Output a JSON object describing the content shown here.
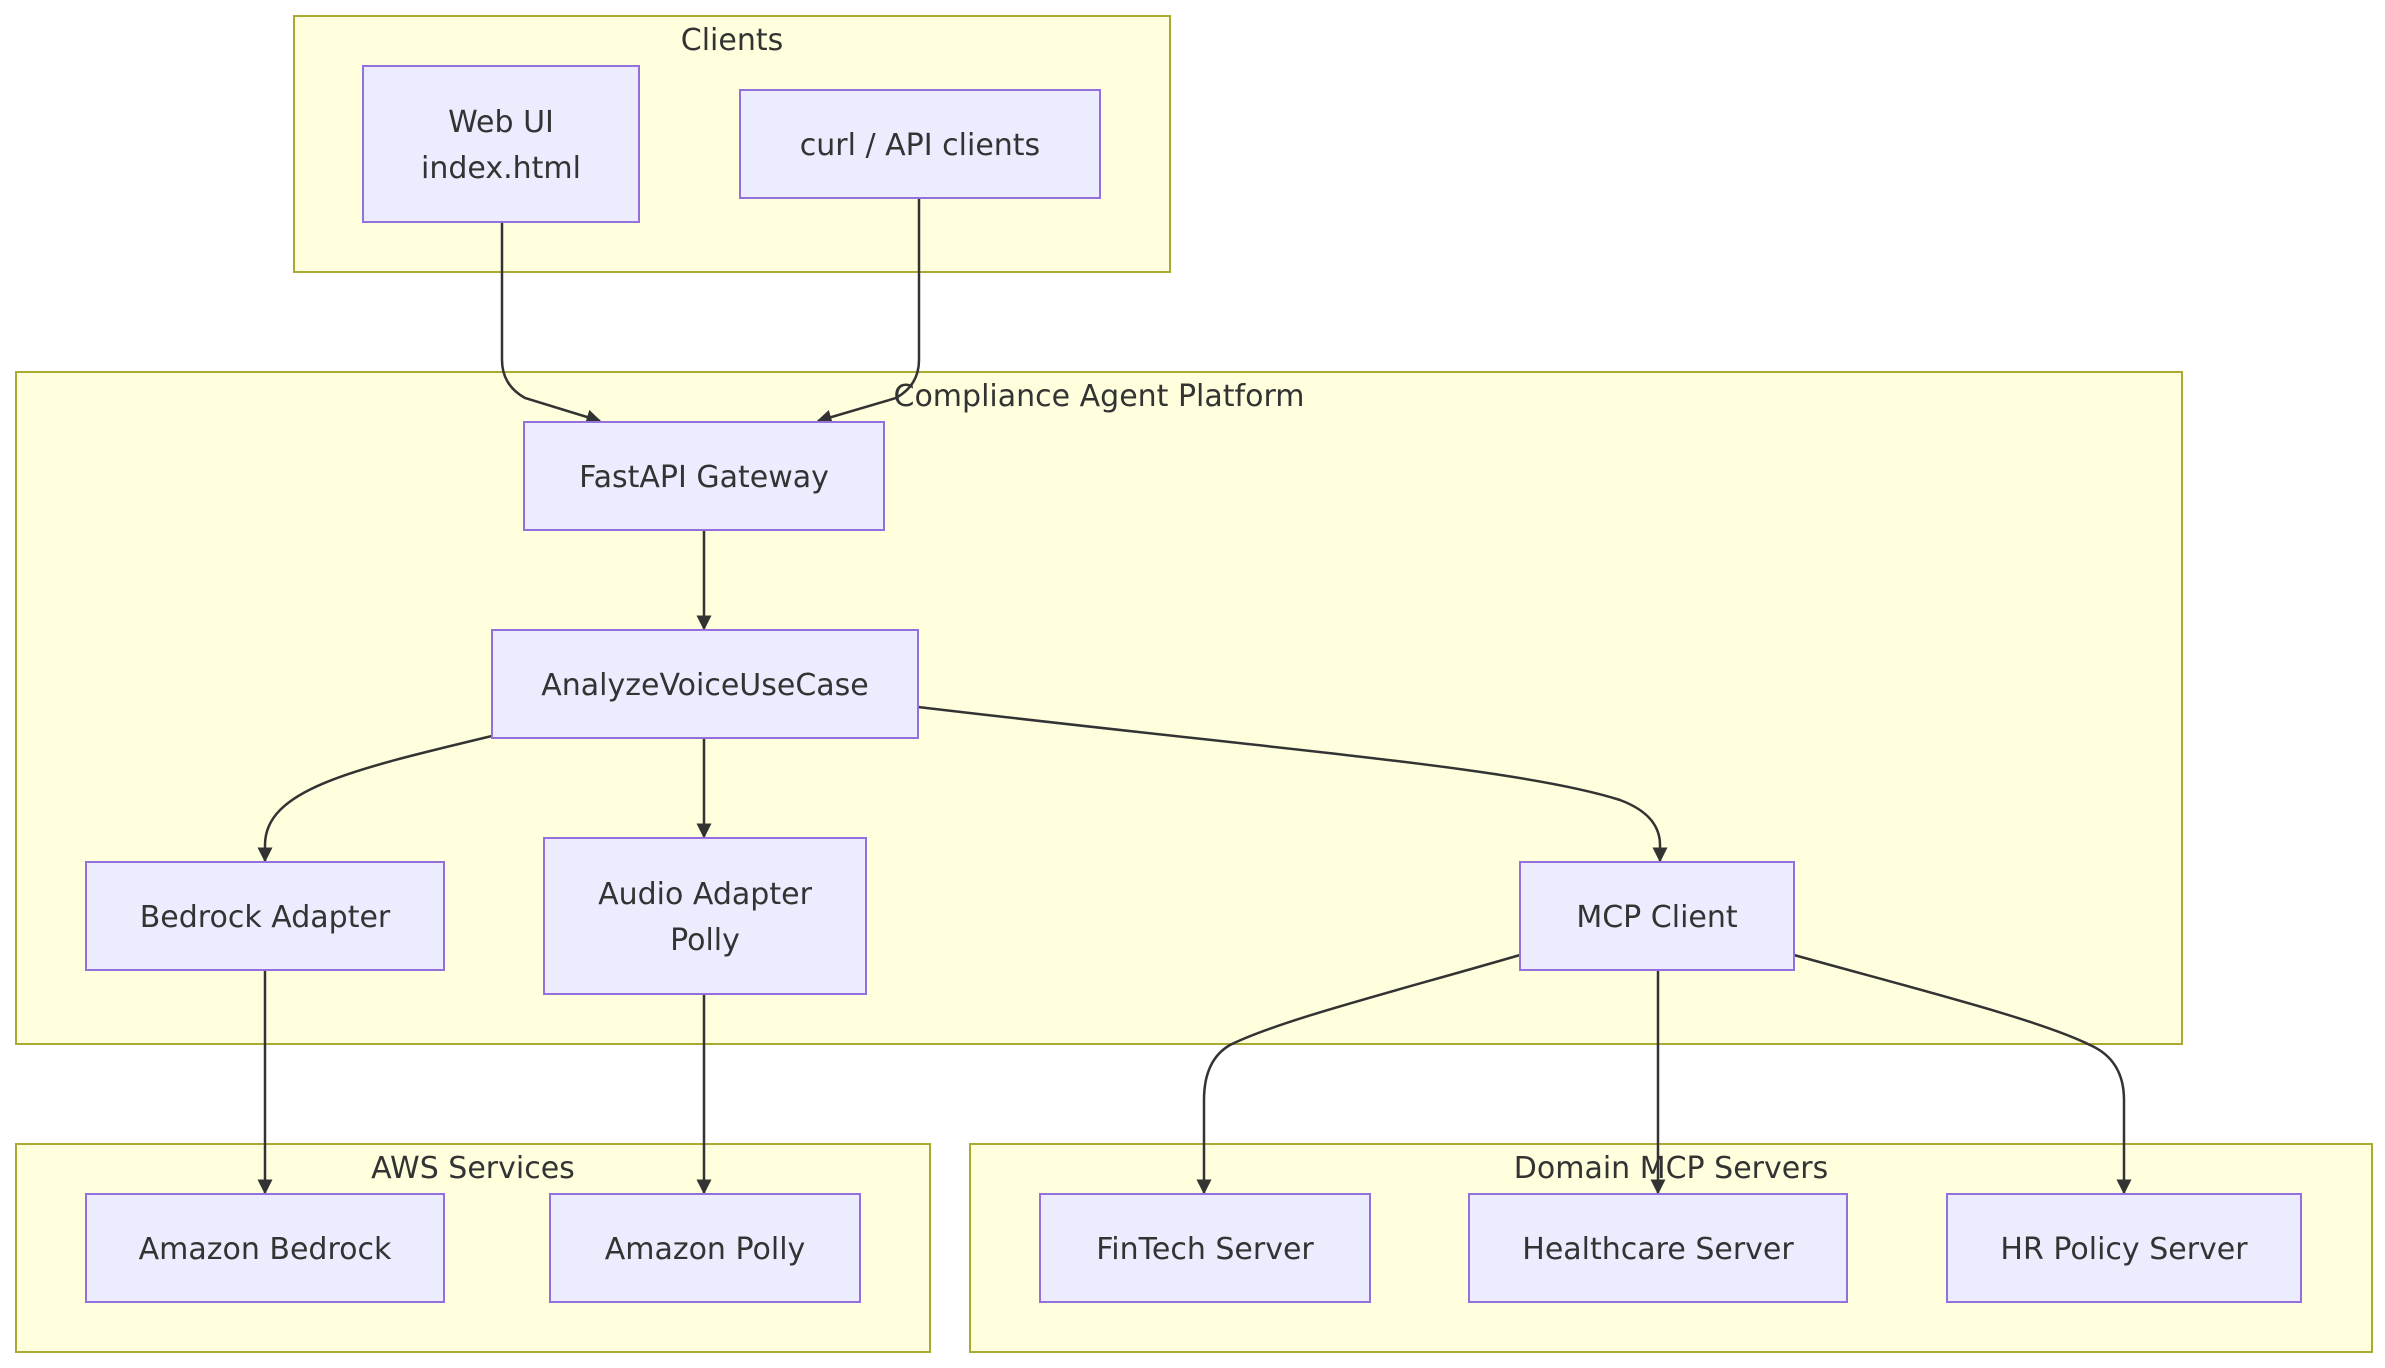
{
  "diagram": {
    "type": "flowchart",
    "clusters": [
      {
        "id": "clients",
        "label": "Clients"
      },
      {
        "id": "platform",
        "label": "Compliance Agent Platform"
      },
      {
        "id": "aws",
        "label": "AWS Services"
      },
      {
        "id": "domain",
        "label": "Domain MCP Servers"
      }
    ],
    "nodes": [
      {
        "id": "webui",
        "lines": [
          "Web UI",
          "index.html"
        ]
      },
      {
        "id": "curl",
        "lines": [
          "curl / API clients"
        ]
      },
      {
        "id": "gateway",
        "lines": [
          "FastAPI Gateway"
        ]
      },
      {
        "id": "analyze",
        "lines": [
          "AnalyzeVoiceUseCase"
        ]
      },
      {
        "id": "bedrockAdapter",
        "lines": [
          "Bedrock Adapter"
        ]
      },
      {
        "id": "audioAdapter",
        "lines": [
          "Audio Adapter",
          "Polly"
        ]
      },
      {
        "id": "mcpClient",
        "lines": [
          "MCP Client"
        ]
      },
      {
        "id": "amazonBedrock",
        "lines": [
          "Amazon Bedrock"
        ]
      },
      {
        "id": "amazonPolly",
        "lines": [
          "Amazon Polly"
        ]
      },
      {
        "id": "fintech",
        "lines": [
          "FinTech Server"
        ]
      },
      {
        "id": "healthcare",
        "lines": [
          "Healthcare Server"
        ]
      },
      {
        "id": "hrpolicy",
        "lines": [
          "HR Policy Server"
        ]
      }
    ],
    "edges": [
      {
        "from": "webui",
        "to": "gateway"
      },
      {
        "from": "curl",
        "to": "gateway"
      },
      {
        "from": "gateway",
        "to": "analyze"
      },
      {
        "from": "analyze",
        "to": "bedrockAdapter"
      },
      {
        "from": "analyze",
        "to": "audioAdapter"
      },
      {
        "from": "analyze",
        "to": "mcpClient"
      },
      {
        "from": "bedrockAdapter",
        "to": "amazonBedrock"
      },
      {
        "from": "audioAdapter",
        "to": "amazonPolly"
      },
      {
        "from": "mcpClient",
        "to": "fintech"
      },
      {
        "from": "mcpClient",
        "to": "healthcare"
      },
      {
        "from": "mcpClient",
        "to": "hrpolicy"
      }
    ]
  }
}
